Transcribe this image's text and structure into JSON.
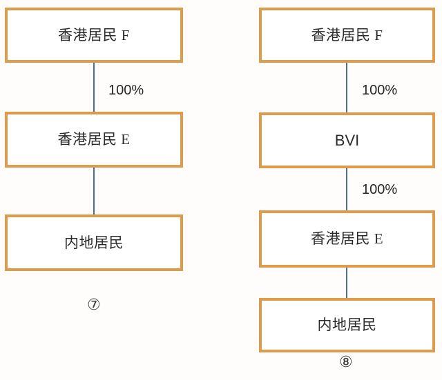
{
  "diagram": {
    "title": "Hong Kong resident shareholding structures 7 and 8",
    "background_color": "#fefdfc",
    "box_border_color": "#e09b4a",
    "box_fill_color": "#ffffff",
    "connector_color": "#4a6e96",
    "text_color": "#2b2b2b"
  },
  "left_structure": {
    "caption": "⑦",
    "nodes": [
      {
        "label": "香港居民 F",
        "script": "cjk"
      },
      {
        "label": "香港居民 E",
        "script": "cjk"
      },
      {
        "label": "内地居民",
        "script": "cjk"
      }
    ],
    "edges": [
      {
        "from": "香港居民 F",
        "to": "香港居民 E",
        "label": "100%"
      },
      {
        "from": "香港居民 E",
        "to": "内地居民",
        "label": ""
      }
    ]
  },
  "right_structure": {
    "caption": "⑧",
    "nodes": [
      {
        "label": "香港居民 F",
        "script": "cjk"
      },
      {
        "label": "BVI",
        "script": "latin"
      },
      {
        "label": "香港居民 E",
        "script": "cjk"
      },
      {
        "label": "内地居民",
        "script": "cjk"
      }
    ],
    "edges": [
      {
        "from": "香港居民 F",
        "to": "BVI",
        "label": "100%"
      },
      {
        "from": "BVI",
        "to": "香港居民 E",
        "label": "100%"
      },
      {
        "from": "香港居民 E",
        "to": "内地居民",
        "label": ""
      }
    ]
  }
}
